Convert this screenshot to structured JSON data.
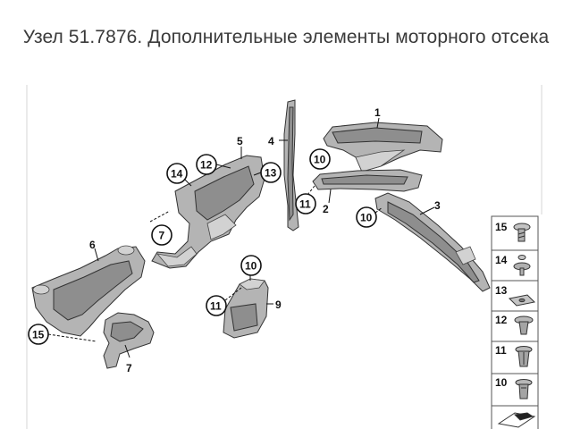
{
  "title": "Узел 51.7876. Дополнительные элементы моторного отсека",
  "callouts": {
    "c1": "1",
    "c2": "2",
    "c3": "3",
    "c4": "4",
    "c5": "5",
    "c6": "6",
    "c7": "7",
    "c9": "9",
    "c10a": "10",
    "c10b": "10",
    "c10c": "10",
    "c11a": "11",
    "c11b": "11",
    "c12": "12",
    "c13": "13",
    "c14": "14",
    "c15": "15"
  },
  "legend": [
    {
      "number": "15",
      "icon": "screw-rivet-icon"
    },
    {
      "number": "14",
      "icon": "push-pin-icon"
    },
    {
      "number": "13",
      "icon": "clip-nut-icon"
    },
    {
      "number": "12",
      "icon": "expanding-rivet-icon"
    },
    {
      "number": "11",
      "icon": "plastic-rivet-icon"
    },
    {
      "number": "10",
      "icon": "spreader-rivet-icon"
    },
    {
      "number": "",
      "icon": "kit-label-icon"
    }
  ]
}
